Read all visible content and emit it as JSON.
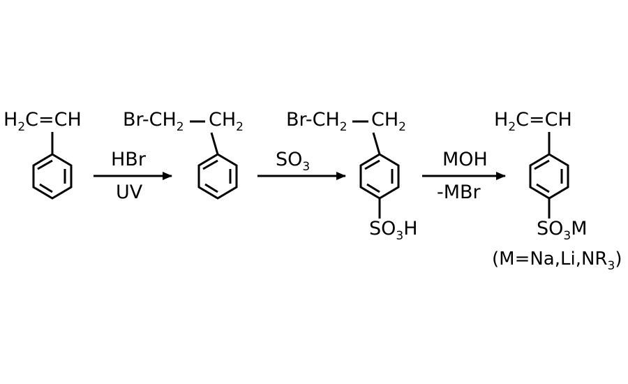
{
  "scheme": {
    "compound1": {
      "label_a": "H",
      "sub_a": "2",
      "label_b": "C=CH"
    },
    "step1": {
      "reagent_top": "HBr",
      "reagent_bottom": "UV"
    },
    "compound2": {
      "label_left_a": "Br-CH",
      "sub_left": "2",
      "label_right_a": "CH",
      "sub_right": "2"
    },
    "step2": {
      "reagent_a": "SO",
      "reagent_sub": "3"
    },
    "compound3": {
      "label_left_a": "Br-CH",
      "sub_left": "2",
      "label_right_a": "CH",
      "sub_right": "2",
      "sub_group_a": "SO",
      "sub_group_sub": "3",
      "sub_group_b": "H"
    },
    "step3": {
      "reagent_top": "MOH",
      "reagent_bottom": "-MBr"
    },
    "compound4": {
      "label_a": "H",
      "sub_a": "2",
      "label_b": "C=CH",
      "sub_group_a": "SO",
      "sub_group_sub": "3",
      "sub_group_b": "M",
      "note_a": "(M=Na,Li,NR",
      "note_sub": "3",
      "note_b": ")"
    }
  },
  "colors": {
    "ink": "#000000",
    "background": "#ffffff"
  }
}
